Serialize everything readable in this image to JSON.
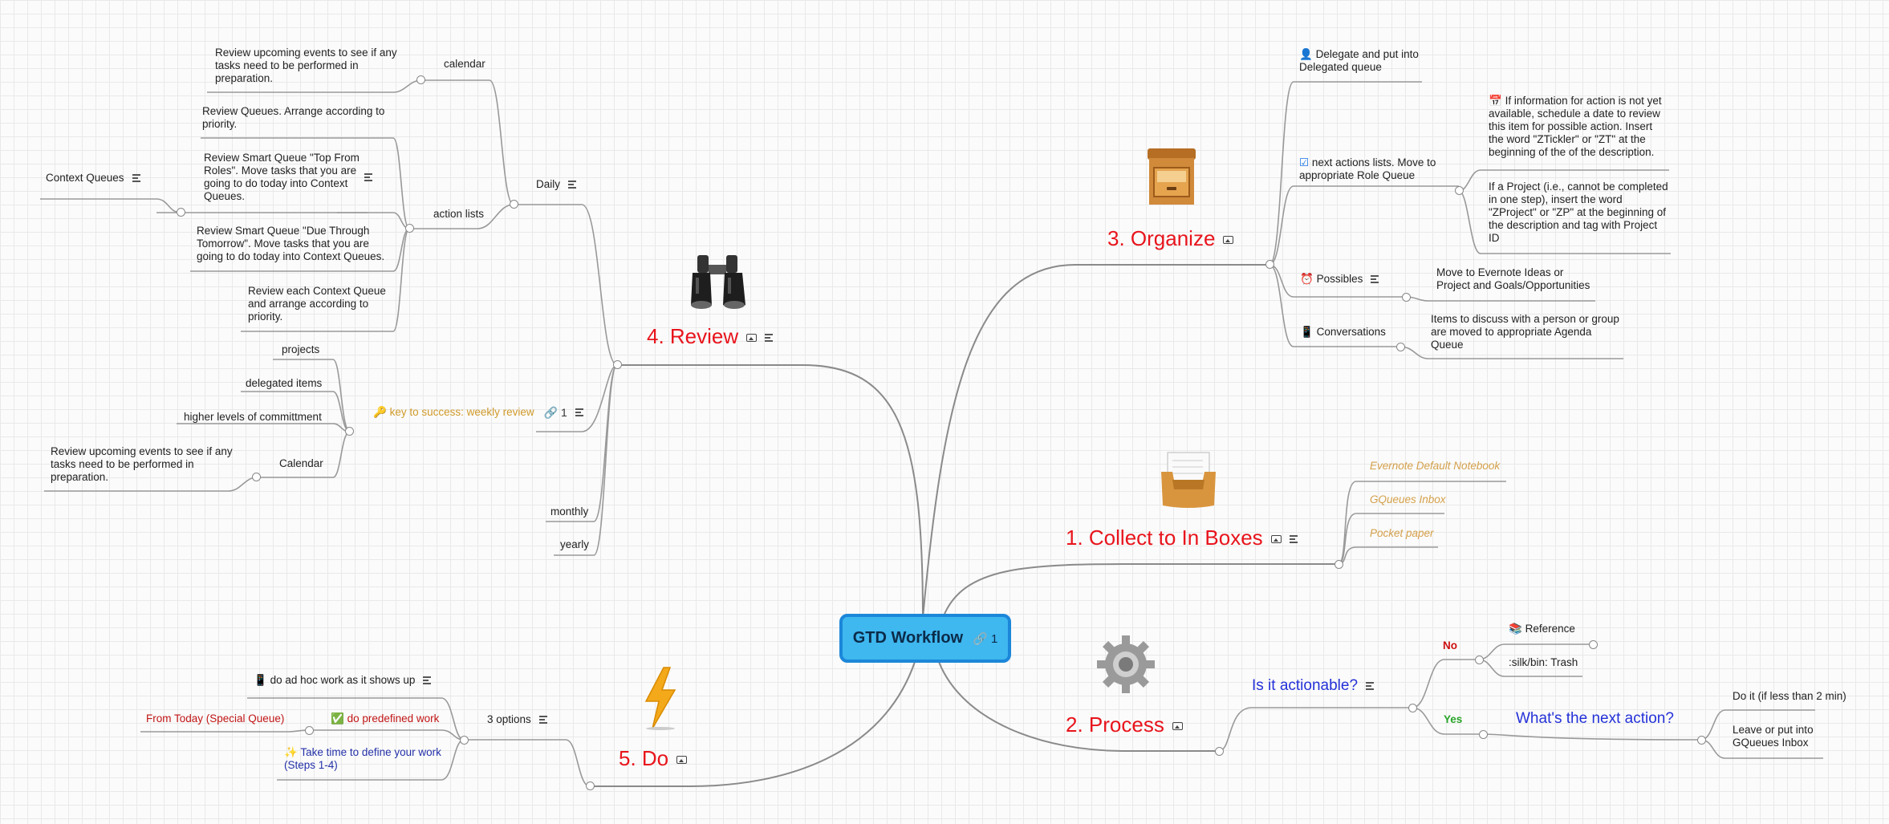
{
  "root": {
    "title": "GTD Workflow",
    "link_count": "1"
  },
  "collect": {
    "title": "1. Collect to In Boxes",
    "items": [
      "Evernote Default Notebook",
      "GQueues Inbox",
      "Pocket paper"
    ]
  },
  "process": {
    "title": "2. Process",
    "question": "Is it actionable?",
    "no_label": "No",
    "yes_label": "Yes",
    "no_items": [
      "Reference",
      ":silk/bin: Trash"
    ],
    "next_action": "What's the next action?",
    "yes_items": [
      "Do it (if less than 2 min)",
      "Leave or put into GQueues Inbox"
    ]
  },
  "organize": {
    "title": "3. Organize",
    "delegate": "Delegate and put into Delegated queue",
    "next_actions": "next actions lists.  Move to appropriate Role Queue",
    "tickler": "If information for action is not yet available, schedule a date to review this item for possible action. Insert the word \"ZTickler\" or \"ZT\" at the beginning of the of the description.",
    "project": "If a Project (i.e., cannot be completed in one step), insert the word \"ZProject\" or \"ZP\" at the beginning of the description and tag with Project ID",
    "possibles": "Possibles",
    "possibles_detail": "Move to Evernote Ideas or Project and Goals/Opportunities",
    "conversations": "Conversations",
    "conversations_detail": "Items to discuss with a person or group are moved to appropriate Agenda Queue"
  },
  "review": {
    "title": "4. Review",
    "daily": "Daily",
    "calendar": "calendar",
    "calendar_detail": "Review upcoming events to see if any tasks need to be performed in preparation.",
    "action_lists": "action lists",
    "queues": "Review Queues.  Arrange according to priority.",
    "smart_top": "Review Smart Queue \"Top From Roles\". Move tasks that you are going to do today into Context Queues.",
    "context_queues": "Context Queues",
    "smart_due": "Review Smart Queue \"Due Through Tomorrow\". Move tasks that you are going to do today into Context Queues.",
    "each_context": "Review each Context Queue and arrange according to priority.",
    "weekly": "key to success: weekly review",
    "weekly_links": "1",
    "projects": "projects",
    "delegated": "delegated items",
    "higher": "higher levels of committment",
    "calendar2": "Calendar",
    "calendar2_detail": "Review upcoming events to see if any tasks need to be performed in preparation.",
    "monthly": "monthly",
    "yearly": "yearly"
  },
  "do": {
    "title": "5. Do",
    "options": "3 options",
    "adhoc": "do ad hoc work as it shows up",
    "predefined": "do predefined work",
    "from_today": "From Today (Special Queue)",
    "define": "Take time to define your work (Steps 1-4)"
  }
}
